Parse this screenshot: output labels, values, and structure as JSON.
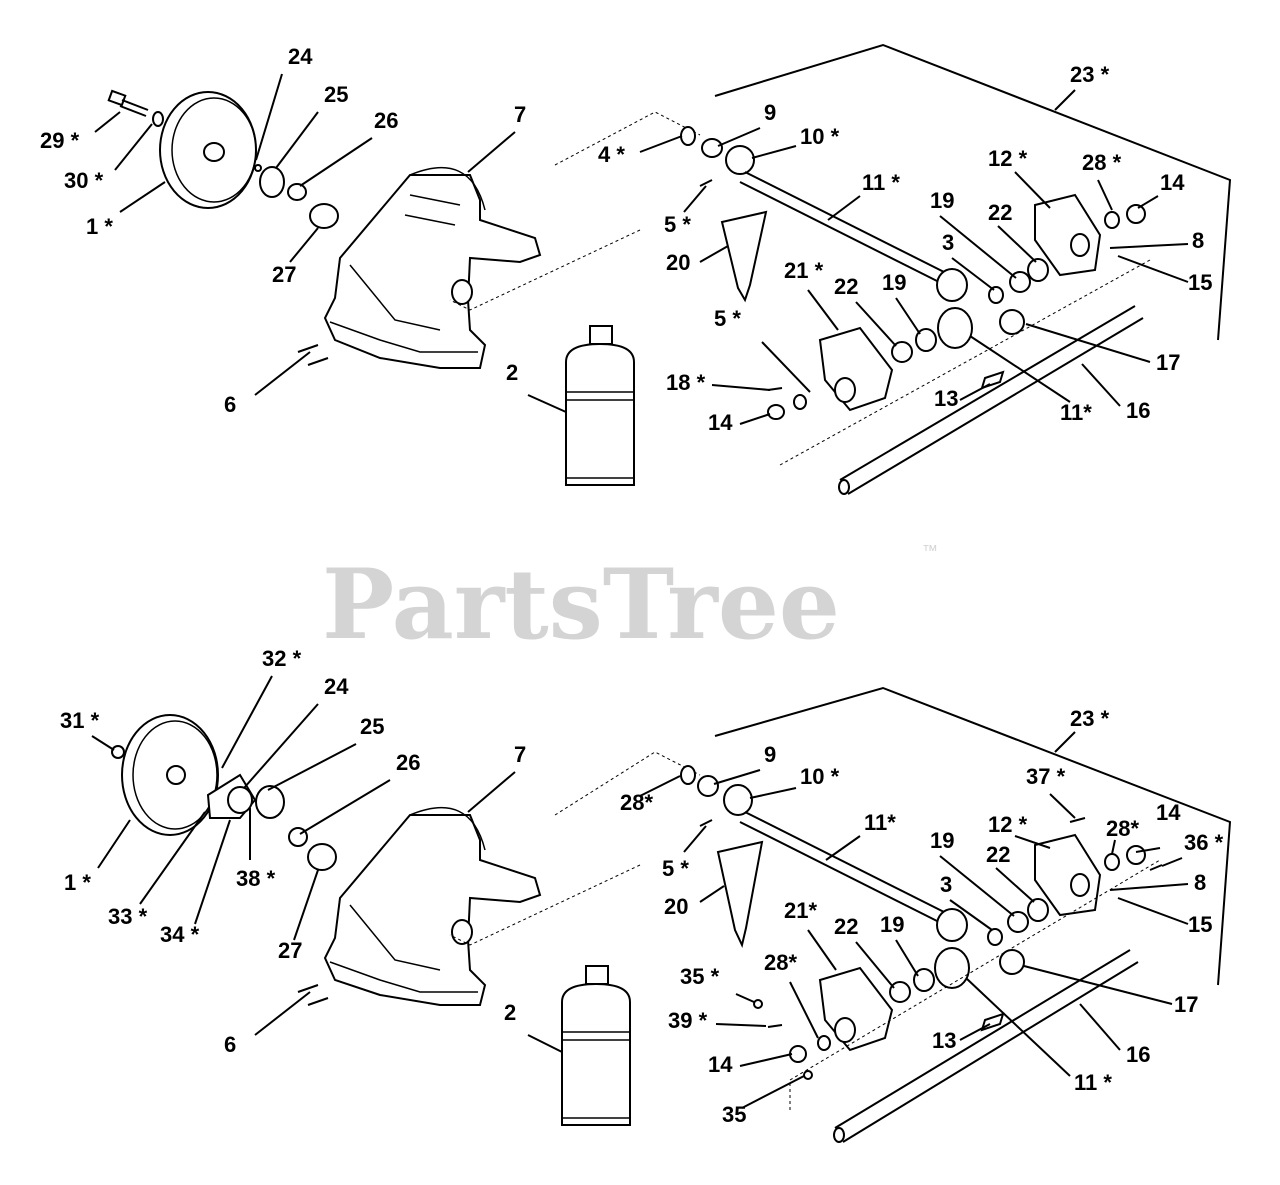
{
  "watermark": {
    "text": "PartsTree",
    "tm": "™"
  },
  "top_callouts": [
    "29 *",
    "30 *",
    "1 *",
    "24",
    "25",
    "26",
    "27",
    "7",
    "6",
    "2",
    "4 *",
    "9",
    "10 *",
    "5 *",
    "20",
    "11 *",
    "23 *",
    "12 *",
    "28 *",
    "14",
    "19",
    "22",
    "8",
    "15",
    "3",
    "21 *",
    "22",
    "19",
    "5 *",
    "18 *",
    "14",
    "13",
    "11*",
    "16",
    "17"
  ],
  "bottom_callouts": [
    "31 *",
    "32 *",
    "24",
    "25",
    "26",
    "1 *",
    "33 *",
    "34 *",
    "38 *",
    "27",
    "7",
    "6",
    "2",
    "28*",
    "9",
    "10 *",
    "5 *",
    "20",
    "11*",
    "23 *",
    "12 *",
    "37 *",
    "28*",
    "14",
    "36 *",
    "19",
    "22",
    "8",
    "15",
    "3",
    "21*",
    "22",
    "19",
    "35 *",
    "28*",
    "39 *",
    "14",
    "35",
    "13",
    "11 *",
    "16",
    "17"
  ]
}
